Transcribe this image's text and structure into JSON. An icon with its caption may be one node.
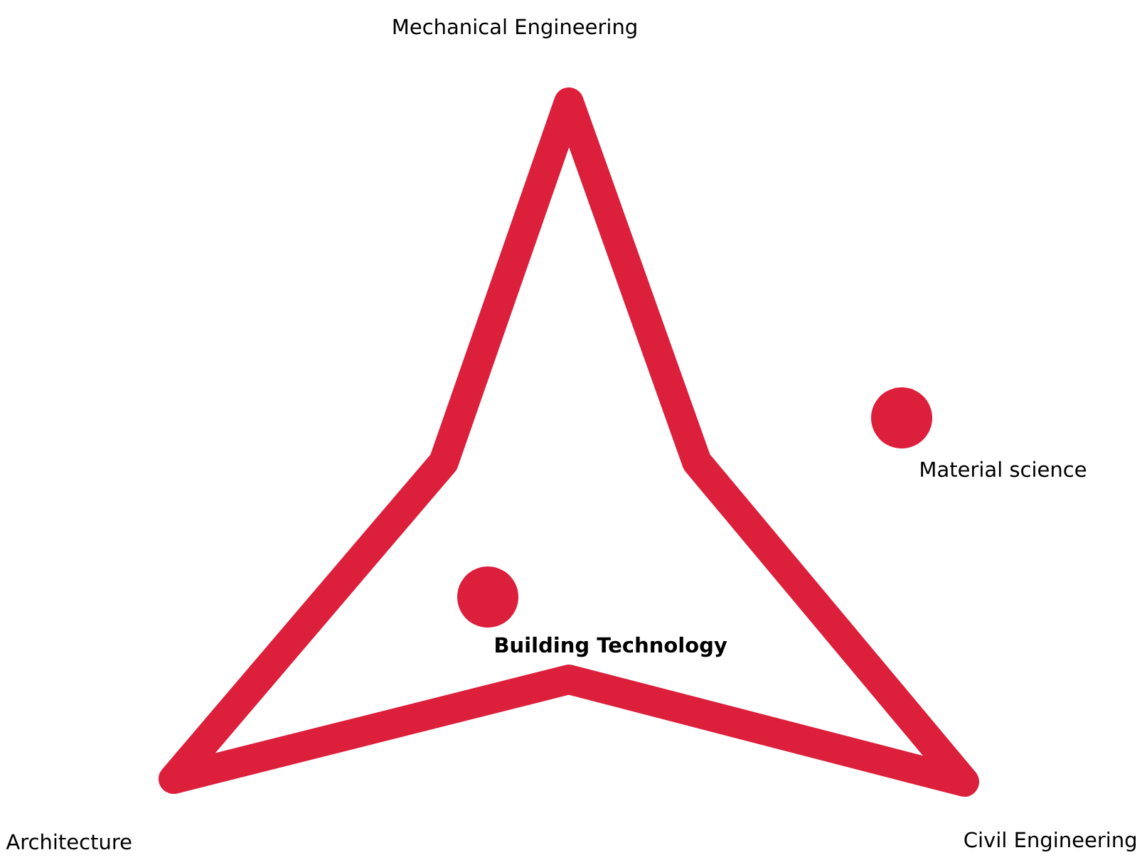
{
  "diagram": {
    "nodes": [
      {
        "text": [],
        "shape": "circle",
        "beside": [
          "Material science"
        ]
      },
      {
        "text": [],
        "shape": "circle",
        "beside": [
          "**Building Technology**"
        ]
      }
    ],
    "labels": [
      "Mechanical Engineering",
      "Architecture",
      "Civil Engineering"
    ]
  }
}
